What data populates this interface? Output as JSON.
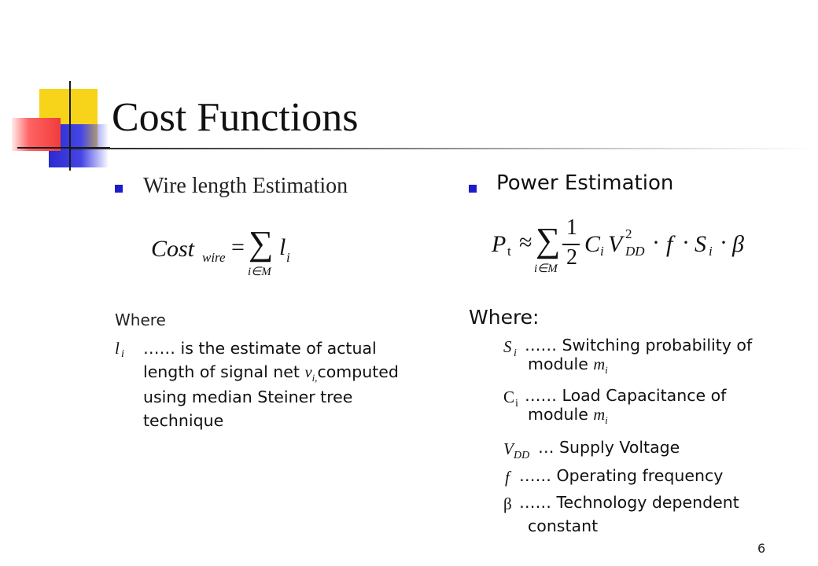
{
  "slide": {
    "title": "Cost Functions",
    "page_number": "6",
    "accent_colors": {
      "bullet": "#1c1cc8",
      "yellow": "#f7d31a",
      "blue": "#2a2acf",
      "red": "#f03c3c"
    }
  },
  "left": {
    "heading": "Wire length Estimation",
    "formula": {
      "lhs": "Cost",
      "lhs_sub": "wire",
      "eq": "=",
      "sum": "∑",
      "sum_sub": "i∈M",
      "term": "l",
      "term_sub": "i"
    },
    "where_label": "Where",
    "definition": {
      "symbol": "l",
      "symbol_sub": "i",
      "line1_a": "…… is the estimate of actual",
      "line2_a": "length of signal net ",
      "line2_sym": "v",
      "line2_sub": "i,",
      "line2_b": "computed",
      "line3": "using median Steiner tree",
      "line4": "technique"
    }
  },
  "right": {
    "heading": "Power Estimation",
    "formula": {
      "lhs": "P",
      "lhs_sub": "t",
      "approx": "≈",
      "sum": "∑",
      "sum_sub": "i∈M",
      "frac_num": "1",
      "frac_den": "2",
      "c": "C",
      "c_sub": "i",
      "v": "V",
      "v_sup": "2",
      "v_sub": "DD",
      "dot1": "·",
      "f": "f",
      "dot2": "·",
      "s": "S",
      "s_sub": "i",
      "dot3": "·",
      "beta": "β"
    },
    "where_label": "Where:",
    "definitions": [
      {
        "sym": "S",
        "sub": "i",
        "l1": "…… Switching probability of",
        "l2a": "module ",
        "l2sym": "m",
        "l2sub": "i"
      },
      {
        "sym": "C",
        "sub": "i",
        "l1": "…… Load Capacitance of",
        "l2a": "module ",
        "l2sym": "m",
        "l2sub": "i"
      },
      {
        "sym": "V",
        "sub": "DD",
        "l1": "… Supply Voltage"
      },
      {
        "sym": "f",
        "l1": "…… Operating frequency"
      },
      {
        "sym": "β",
        "l1": "…… Technology dependent",
        "l2a": "constant"
      }
    ]
  }
}
